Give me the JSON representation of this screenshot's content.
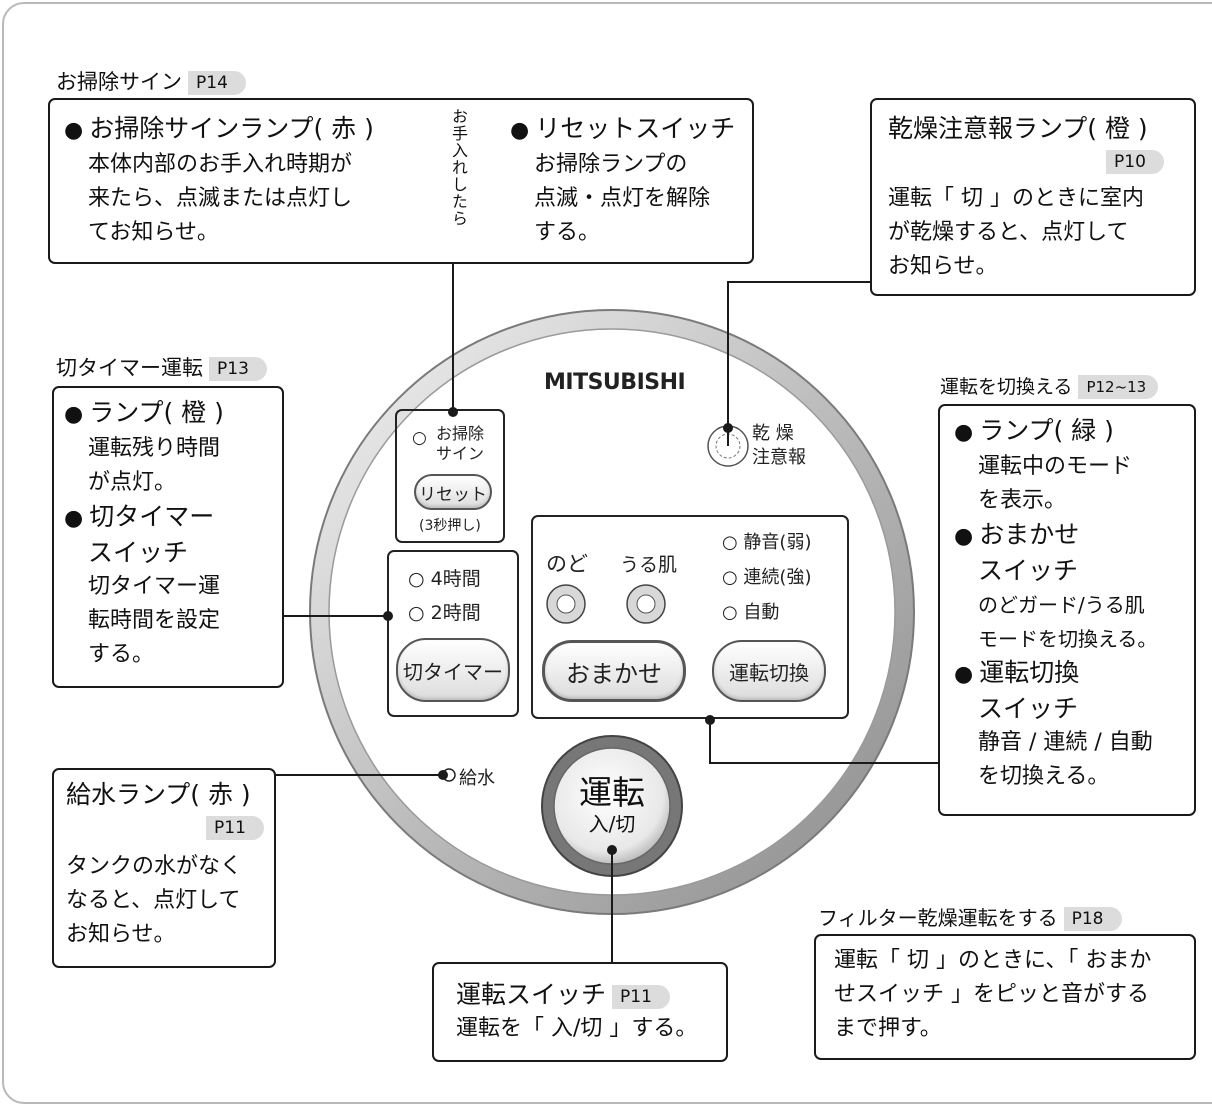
{
  "clean_sign": {
    "section": "お掃除サイン",
    "ref": "P14",
    "left_title": "お掃除サインランプ( 赤 )",
    "left_lines": [
      "本体内部のお手入れ時期が",
      "来たら、点滅または点灯し",
      "てお知らせ。"
    ],
    "arrow_text": "お手入れしたら",
    "right_title": "リセットスイッチ",
    "right_lines": [
      "お掃除ランプの",
      "点滅・点灯を解除",
      "する。"
    ]
  },
  "dry_alert": {
    "title": "乾燥注意報ランプ( 橙 )",
    "ref": "P10",
    "lines": [
      "運転「 切 」のときに室内",
      "が乾燥すると、点灯して",
      "お知らせ。"
    ]
  },
  "off_timer": {
    "section": "切タイマー運転",
    "ref": "P13",
    "item1_title": "ランプ( 橙 )",
    "item1_lines": [
      "運転残り時間",
      "が点灯。"
    ],
    "item2_title1": "切タイマー",
    "item2_title2": "スイッチ",
    "item2_lines": [
      "切タイマー運",
      "転時間を設定",
      "する。"
    ]
  },
  "mode_switch": {
    "section": "運転を切換える",
    "ref": "P12~13",
    "item1_title": "ランプ( 緑 )",
    "item1_lines": [
      "運転中のモード",
      "を表示。"
    ],
    "item2_title1": "おまかせ",
    "item2_title2": "スイッチ",
    "item2_lines": [
      "のどガード/うる肌",
      "モードを切換える。"
    ],
    "item3_title1": "運転切換",
    "item3_title2": "スイッチ",
    "item3_lines": [
      "静音 / 連続 / 自動",
      "を切換える。"
    ]
  },
  "water": {
    "title": "給水ランプ( 赤 )",
    "ref": "P11",
    "lines": [
      "タンクの水がなく",
      "なると、点灯して",
      "お知らせ。"
    ]
  },
  "power": {
    "title": "運転スイッチ",
    "ref": "P11",
    "line": "運転を「 入/切 」する。"
  },
  "filter_dry": {
    "section": "フィルター乾燥運転をする",
    "ref": "P18",
    "lines": [
      "運転「 切 」のときに、「 おまか",
      "せスイッチ 」をピッと音がする",
      "まで押す。"
    ]
  },
  "panel": {
    "brand": "MITSUBISHI",
    "clean_label1": "お掃除",
    "clean_label2": "サイン",
    "reset_btn": "リセット",
    "reset_note": "(3秒押し)",
    "dry_label1": "乾 燥",
    "dry_label2": "注意報",
    "timer_4h": "○ 4時間",
    "timer_2h": "○ 2時間",
    "timer_btn": "切タイマー",
    "nodo": "のど",
    "uruhada": "うる肌",
    "mode_quiet": "○ 静音(弱)",
    "mode_cont": "○ 連続(強)",
    "mode_auto": "○ 自動",
    "omakase_btn": "おまかせ",
    "switch_btn": "運転切換",
    "water_label": "給水",
    "power_big": "運転",
    "power_small": "入/切"
  },
  "colors": {
    "line": "#1a1a1a",
    "ref_bg": "#dcdcdc",
    "frame": "#b9b9b9"
  }
}
